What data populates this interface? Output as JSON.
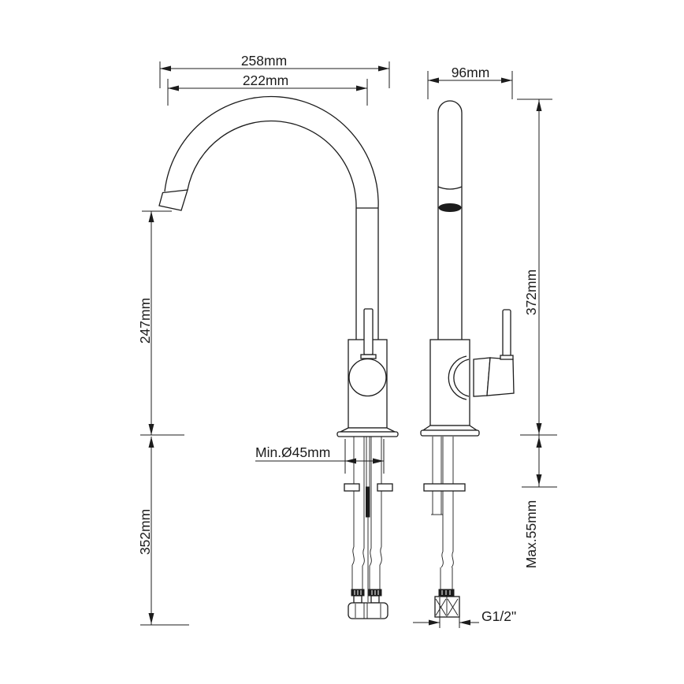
{
  "drawing": {
    "kind": "faucet dimensional technical drawing, two views (side profile and front profile)",
    "colors": {
      "line": "#1c1c1c",
      "background": "#ffffff"
    },
    "dims": {
      "d258": "258mm",
      "d222": "222mm",
      "d96": "96mm",
      "d247": "247mm",
      "d372": "372mm",
      "d45": "Min.Ø45mm",
      "d352": "352mm",
      "d55": "Max.55mm",
      "dG12": "G1/2\""
    }
  }
}
